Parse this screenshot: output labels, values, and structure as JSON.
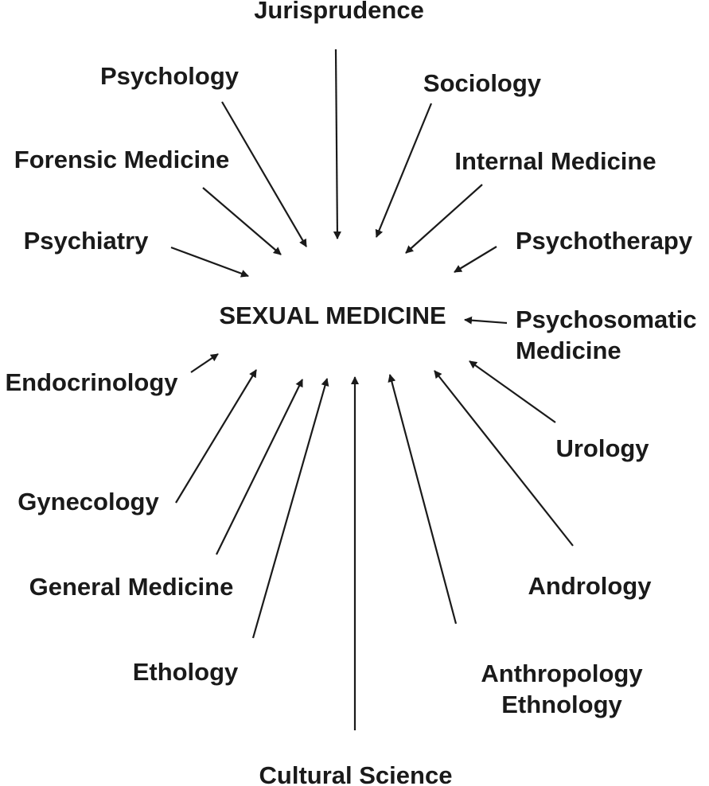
{
  "center": "SEXUAL MEDICINE",
  "disciplines": [
    {
      "id": "jurisprudence",
      "lines": [
        "Jurisprudence"
      ]
    },
    {
      "id": "psychology",
      "lines": [
        "Psychology"
      ]
    },
    {
      "id": "sociology",
      "lines": [
        "Sociology"
      ]
    },
    {
      "id": "forensic-medicine",
      "lines": [
        "Forensic Medicine"
      ]
    },
    {
      "id": "internal-medicine",
      "lines": [
        "Internal Medicine"
      ]
    },
    {
      "id": "psychiatry",
      "lines": [
        "Psychiatry"
      ]
    },
    {
      "id": "psychotherapy",
      "lines": [
        "Psychotherapy"
      ]
    },
    {
      "id": "psychosomatic-medicine",
      "lines": [
        "Psychosomatic",
        "Medicine"
      ]
    },
    {
      "id": "endocrinology",
      "lines": [
        "Endocrinology"
      ]
    },
    {
      "id": "urology",
      "lines": [
        "Urology"
      ]
    },
    {
      "id": "gynecology",
      "lines": [
        "Gynecology"
      ]
    },
    {
      "id": "general-medicine",
      "lines": [
        "General Medicine"
      ]
    },
    {
      "id": "andrology",
      "lines": [
        "Andrology"
      ]
    },
    {
      "id": "ethology",
      "lines": [
        "Ethology"
      ]
    },
    {
      "id": "anthropology-ethnology",
      "lines": [
        "Anthropology",
        "Ethnology"
      ]
    },
    {
      "id": "cultural-science",
      "lines": [
        "Cultural Science"
      ]
    }
  ]
}
